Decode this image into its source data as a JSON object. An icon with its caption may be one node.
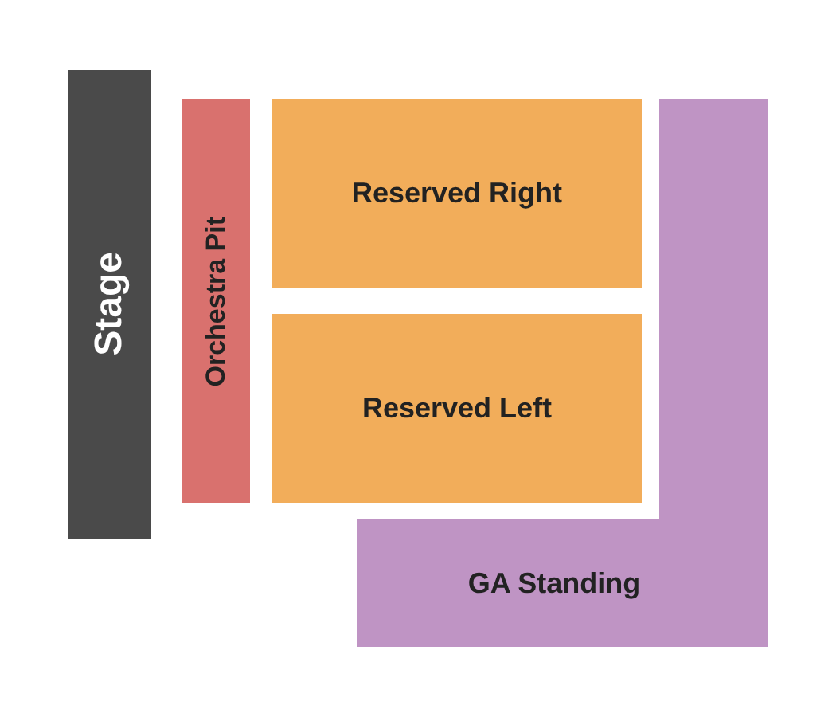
{
  "diagram": {
    "nodes": [
      {
        "text": [
          "Stage"
        ]
      },
      {
        "text": [
          "Orchestra Pit"
        ]
      },
      {
        "text": [
          "Reserved Right"
        ]
      },
      {
        "text": [
          "Reserved Left"
        ]
      },
      {
        "text": [
          "GA Standing"
        ]
      }
    ]
  }
}
